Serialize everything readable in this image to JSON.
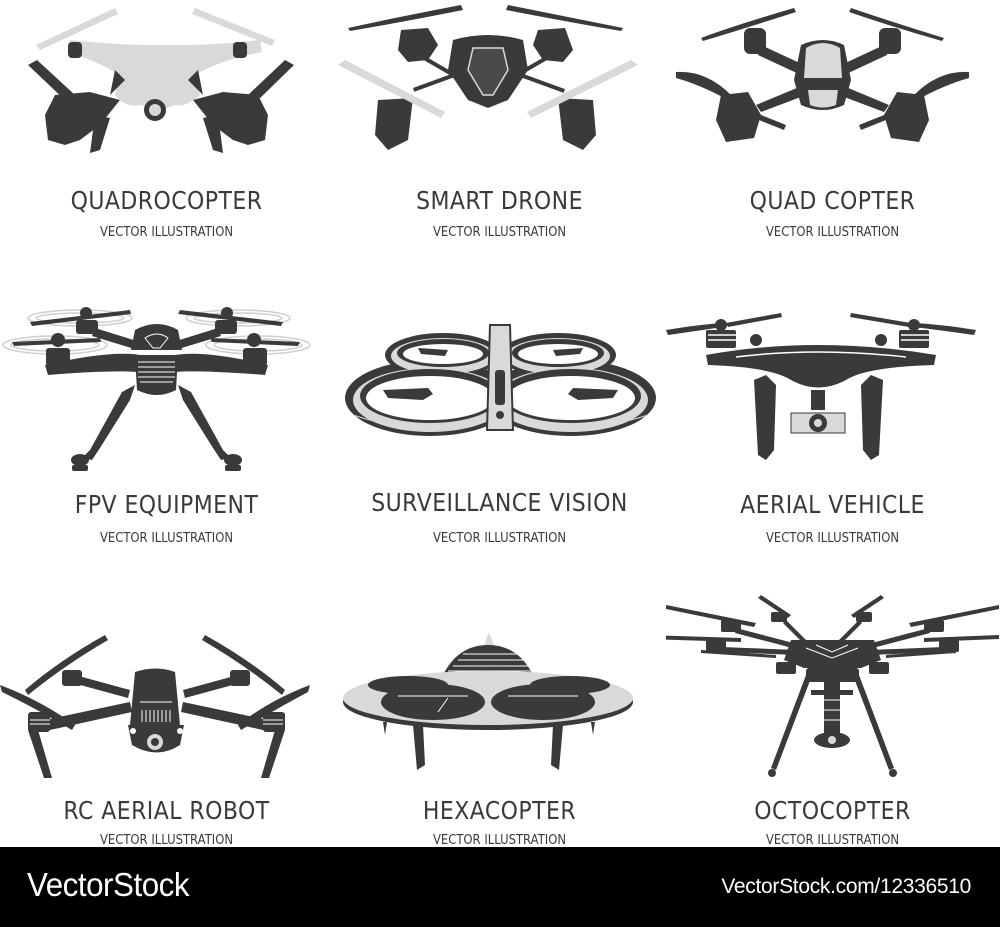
{
  "colors": {
    "dark": "#3a3a3a",
    "light": "#d9d9d9",
    "background": "#ffffff",
    "footer_bg": "#000000",
    "footer_text": "#ffffff"
  },
  "items": [
    {
      "title": "QUADROCOPTER",
      "subtitle": "VECTOR ILLUSTRATION",
      "icon": "quadrocopter-icon"
    },
    {
      "title": "SMART DRONE",
      "subtitle": "VECTOR ILLUSTRATION",
      "icon": "smart-drone-icon"
    },
    {
      "title": "QUAD COPTER",
      "subtitle": "VECTOR ILLUSTRATION",
      "icon": "quad-copter-icon"
    },
    {
      "title": "FPV EQUIPMENT",
      "subtitle": "VECTOR ILLUSTRATION",
      "icon": "fpv-drone-icon"
    },
    {
      "title": "SURVEILLANCE VISION",
      "subtitle": "VECTOR ILLUSTRATION",
      "icon": "surveillance-drone-icon"
    },
    {
      "title": "AERIAL VEHICLE",
      "subtitle": "VECTOR ILLUSTRATION",
      "icon": "aerial-vehicle-icon"
    },
    {
      "title": "RC AERIAL ROBOT",
      "subtitle": "VECTOR ILLUSTRATION",
      "icon": "rc-aerial-robot-icon"
    },
    {
      "title": "HEXACOPTER",
      "subtitle": "VECTOR ILLUSTRATION",
      "icon": "hexacopter-icon"
    },
    {
      "title": "OCTOCOPTER",
      "subtitle": "VECTOR ILLUSTRATION",
      "icon": "octocopter-icon"
    }
  ],
  "footer": {
    "brand": "VectorStock",
    "reference": "VectorStock.com/12336510"
  }
}
